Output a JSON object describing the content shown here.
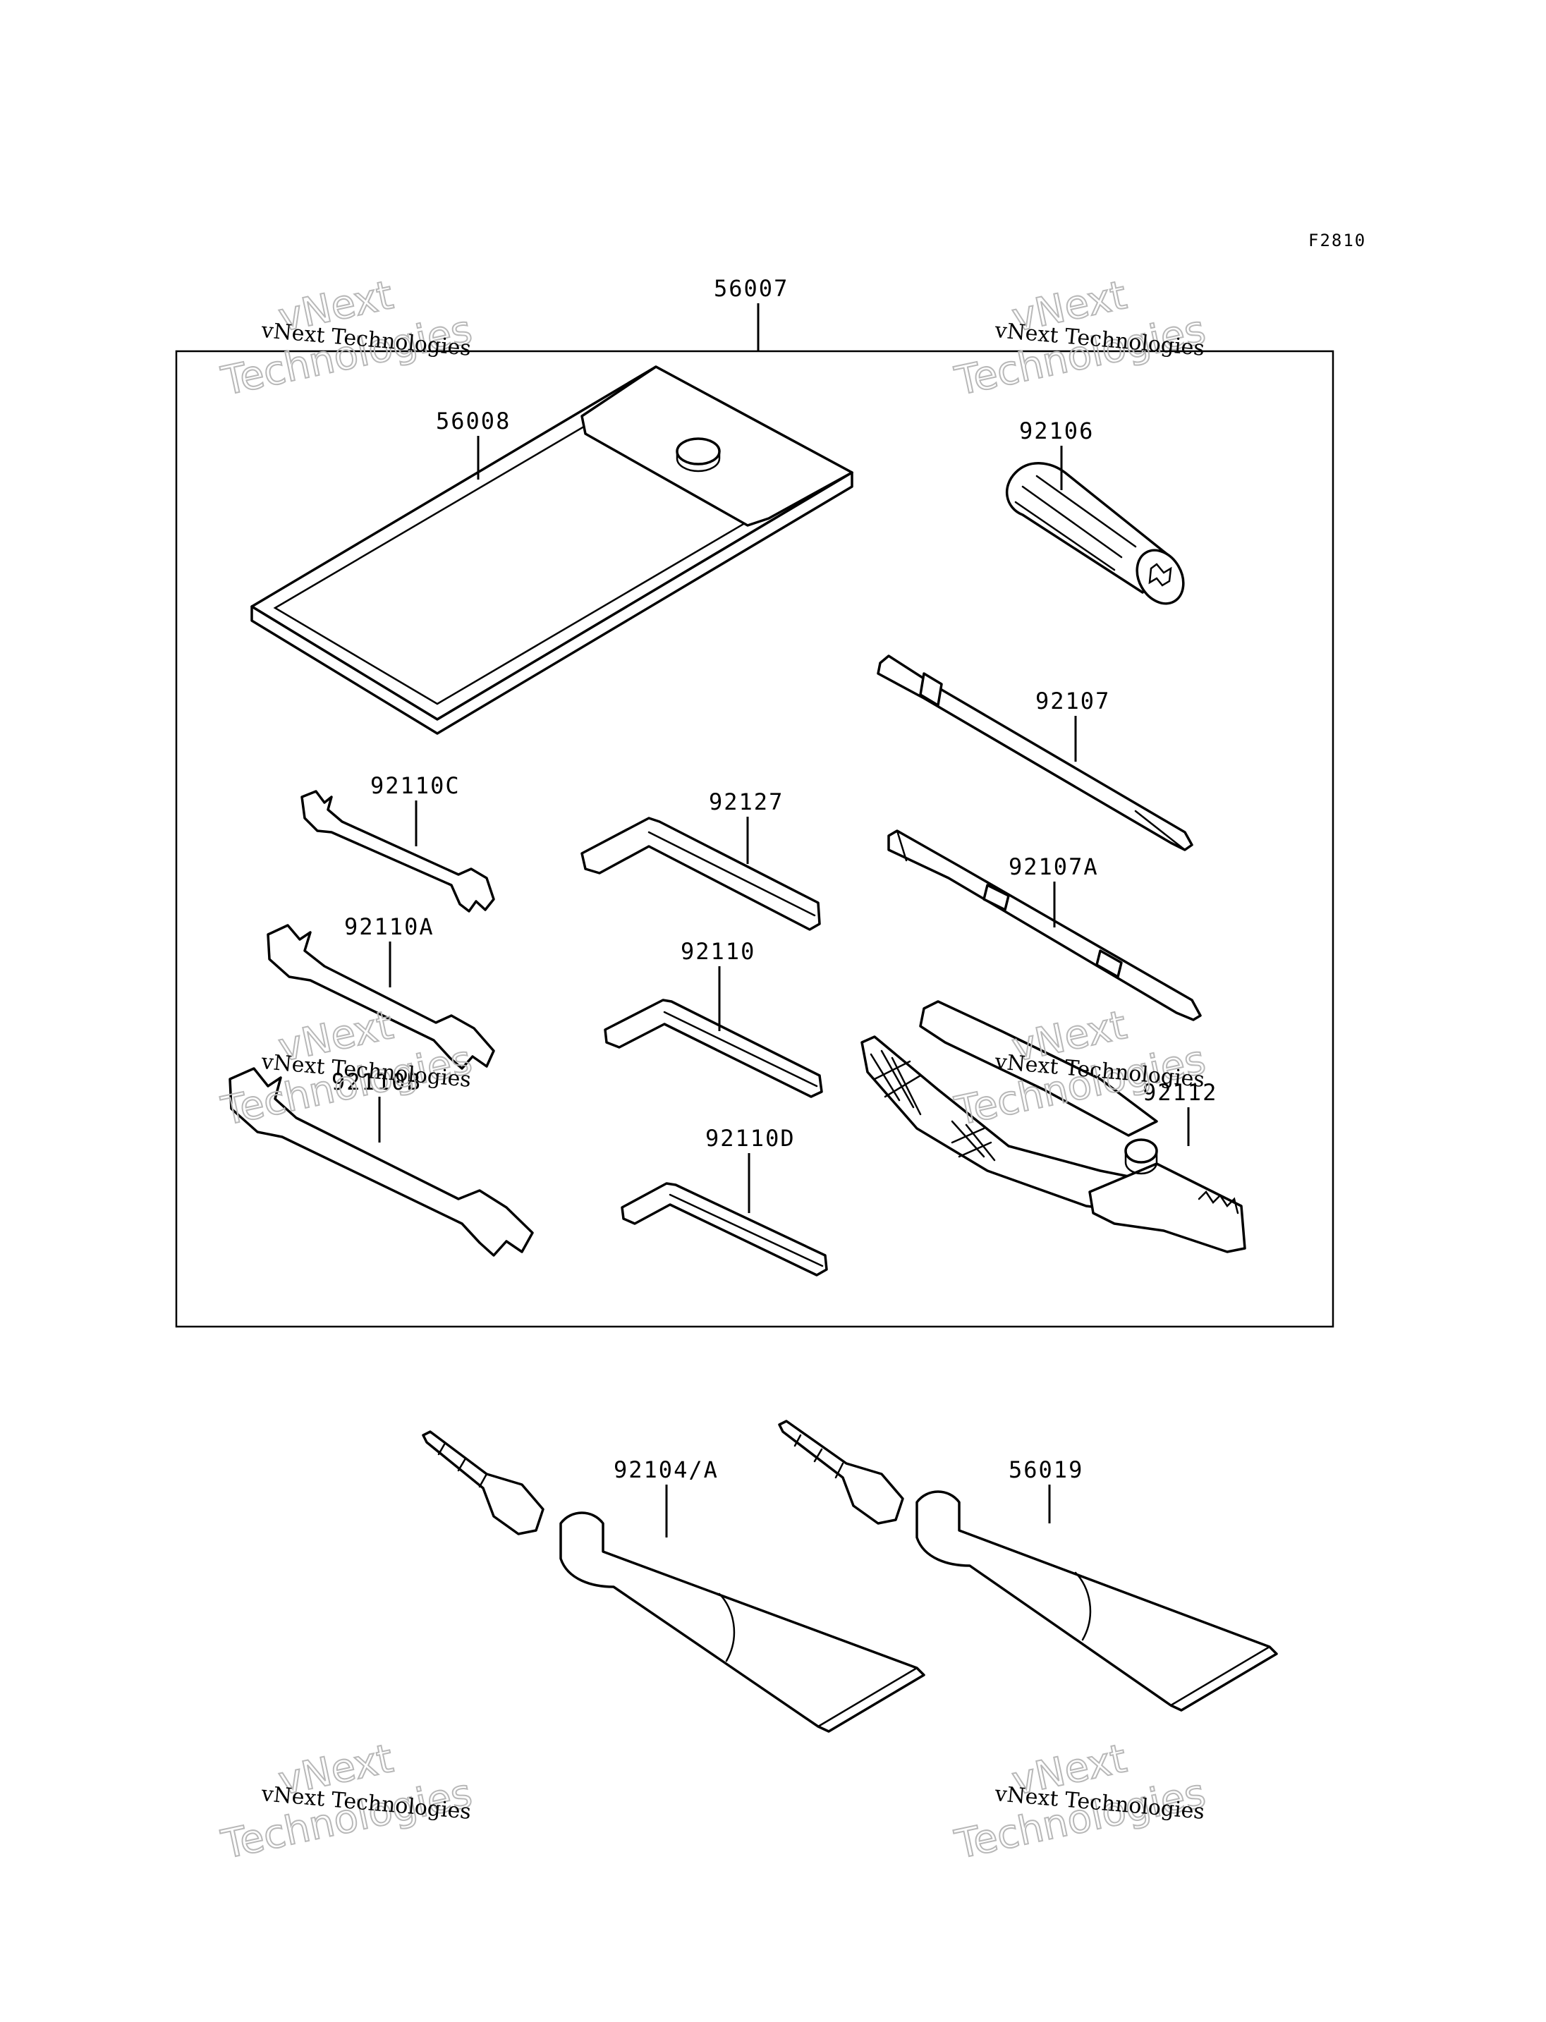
{
  "diagram_code": "F2810",
  "labels": {
    "kit": "56007",
    "pouch": "56008",
    "handle": "92106",
    "phillips_driver": "92107",
    "flat_driver": "92107A",
    "wrench_c": "92110C",
    "wrench_a": "92110A",
    "wrench_b": "92110B",
    "hex_key_large": "92127",
    "hex_key_mid": "92110",
    "hex_key_small": "92110D",
    "pliers": "92112",
    "grease_tube": "92104/A",
    "tube_2": "56019"
  },
  "watermark": {
    "line1": "vNext Technologies",
    "line2": "vNext",
    "line3": "Technologies"
  }
}
